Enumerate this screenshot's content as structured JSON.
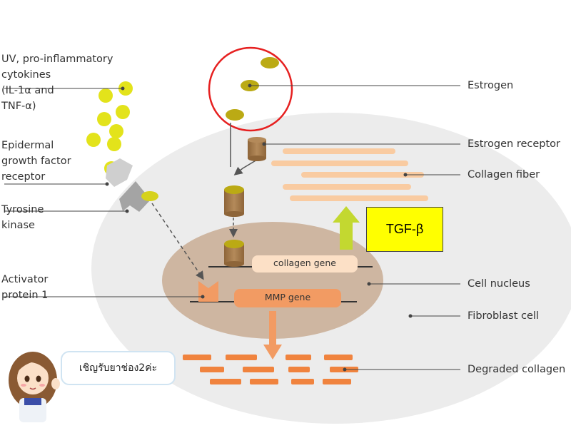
{
  "labels": {
    "uv": "UV, pro-inflammatory\ncytokines\n(IL-1α and\nTNF-α)",
    "egfr": "Epidermal\ngrowth factor\nreceptor",
    "tyrosine": "Tyrosine\nkinase",
    "ap1": "Activator\nprotein 1",
    "estrogen": "Estrogen",
    "estrogen_receptor": "Estrogen receptor",
    "collagen_fiber": "Collagen fiber",
    "cell_nucleus": "Cell nucleus",
    "fibroblast": "Fibroblast cell",
    "degraded_collagen": "Degraded collagen"
  },
  "genes": {
    "collagen": "collagen gene",
    "mmp": "MMP gene"
  },
  "tgf": "TGF-β",
  "bubble": "เชิญรับยาช่อง2ค่ะ",
  "colors": {
    "cell": "#ececec",
    "nucleus": "#ceb6a1",
    "collagen_gene": "#fce0c6",
    "mmp_gene": "#f29b63",
    "collagen_fiber": "#f9cba1",
    "degraded": "#f0833e",
    "cytokine": "#e3e31b",
    "estrogen": "#bbaa14",
    "receptor": "#a0774d",
    "tgf_arrow": "#c3d830",
    "tgf_box": "#ffff00",
    "circle": "#e62020",
    "egfr": "#cfcfcf",
    "tyrosine": "#a4a4a4"
  }
}
